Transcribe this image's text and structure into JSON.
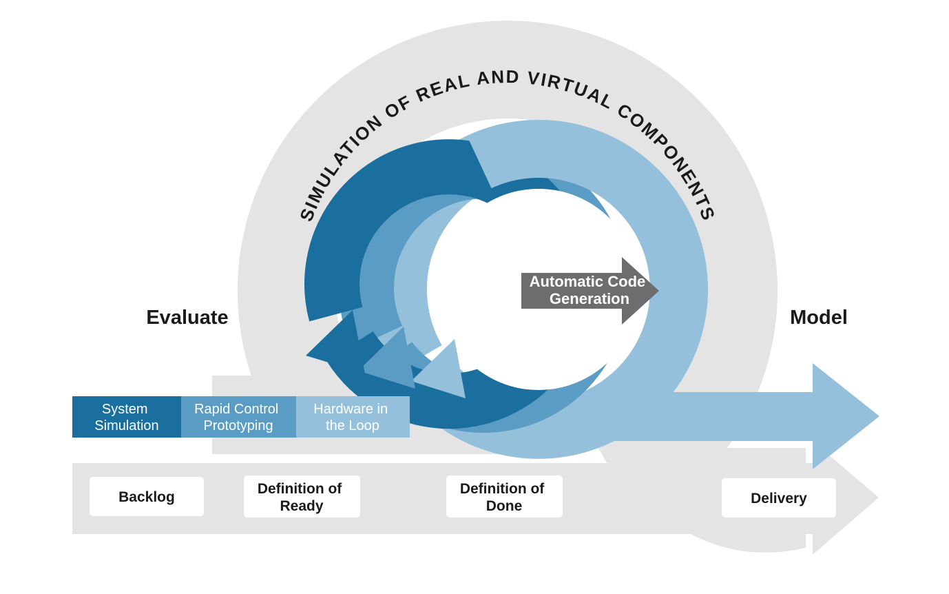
{
  "colors": {
    "gray": "#e4e4e4",
    "dark_blue": "#1a6f9e",
    "medium_blue": "#5b9cc4",
    "light_blue": "#95c0db",
    "code_gray": "#6c6d6f",
    "text_dark": "#1a1a1a",
    "white": "#ffffff"
  },
  "curved_title": "SIMULATION OF REAL AND VIRTUAL COMPONENTS",
  "side_labels": {
    "left": "Evaluate",
    "right": "Model"
  },
  "code_generation": {
    "line1": "Automatic Code",
    "line2": "Generation"
  },
  "method_bar": {
    "segments": [
      {
        "line1": "System",
        "line2": "Simulation"
      },
      {
        "line1": "Rapid Control",
        "line2": "Prototyping"
      },
      {
        "line1": "Hardware in",
        "line2": "the Loop"
      }
    ]
  },
  "agile_track": {
    "boxes": [
      {
        "label": "Backlog"
      },
      {
        "line1": "Definition of",
        "line2": "Ready"
      },
      {
        "line1": "Definition of",
        "line2": "Done"
      },
      {
        "label": "Delivery"
      }
    ]
  }
}
